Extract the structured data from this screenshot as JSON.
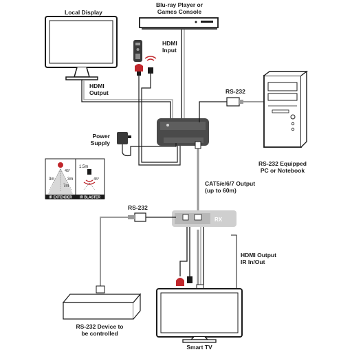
{
  "labels": {
    "local_display": "Local Display",
    "source_device": [
      "Blu-ray Player or",
      "Games Console"
    ],
    "hdmi_input": [
      "HDMI",
      "Input"
    ],
    "hdmi_output_local": [
      "HDMI",
      "Output"
    ],
    "rs232_top": "RS-232",
    "power_supply": [
      "Power",
      "Supply"
    ],
    "rs232_pc": [
      "RS-232 Equipped",
      "PC or Notebook"
    ],
    "cat_output": [
      "CAT5/e/6/7 Output",
      "(up to 60m)"
    ],
    "rs232_bottom": "RS-232",
    "rx_badge": "RX",
    "hdmi_output_irio": [
      "HDMI Output",
      "IR In/Out"
    ],
    "rs232_device": [
      "RS-232 Device to",
      "be controlled"
    ],
    "smart_tv": "Smart TV"
  },
  "ir_inset": {
    "extender_label": "IR EXTENDER",
    "blaster_label": "IR BLASTER",
    "dim_3m_left": "3m",
    "dim_7m": "7m",
    "dim_3m_right": "3m",
    "angle_extender": "45°",
    "dim_1_5m": "1.5m",
    "angle_blaster": "45°"
  },
  "icons": [
    "monitor-icon",
    "bluray-player-icon",
    "remote-control-icon",
    "ir-receiver-icon",
    "ir-blaster-icon",
    "power-adapter-icon",
    "pc-tower-icon",
    "db9-connector-icon",
    "transmitter-icon",
    "receiver-icon",
    "tv-icon"
  ],
  "colors": {
    "line": "#1a1a1a",
    "ir_red": "#c0262b",
    "device_dark": "#4a4a4a",
    "cat_cable": "#9a9a9a",
    "rx_unit": "#cfcfcf"
  }
}
